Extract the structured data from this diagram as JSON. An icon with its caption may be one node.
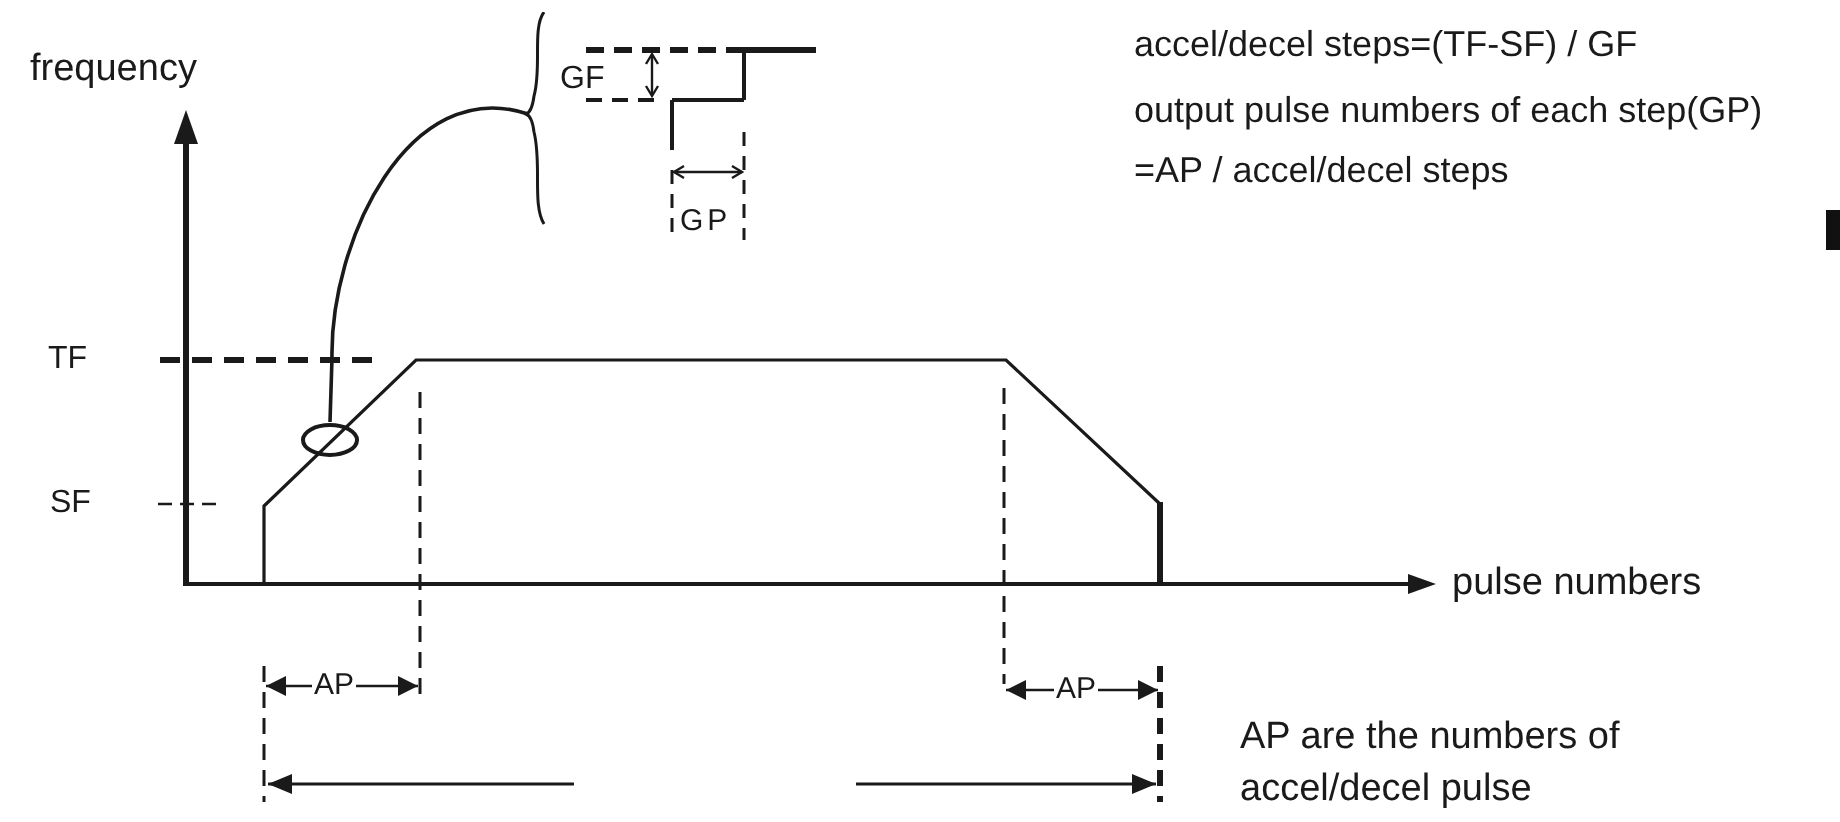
{
  "diagram": {
    "nodes": [
      {
        "text": [
          "GF",
          "GP"
        ]
      },
      {
        "text": [],
        "shape": "circle"
      }
    ],
    "edges": [
      {
        "from": 0,
        "to": 1,
        "arrow": "none"
      }
    ],
    "labels": [
      "frequency",
      "accel/decel steps=(TF-SF) / GF",
      "output pulse numbers of each step(GP) =AP / accel/decel steps",
      "TF",
      "SF",
      "pulse numbers",
      "AP",
      "AP",
      "AP are the numbers of accel/decel pulse"
    ]
  }
}
